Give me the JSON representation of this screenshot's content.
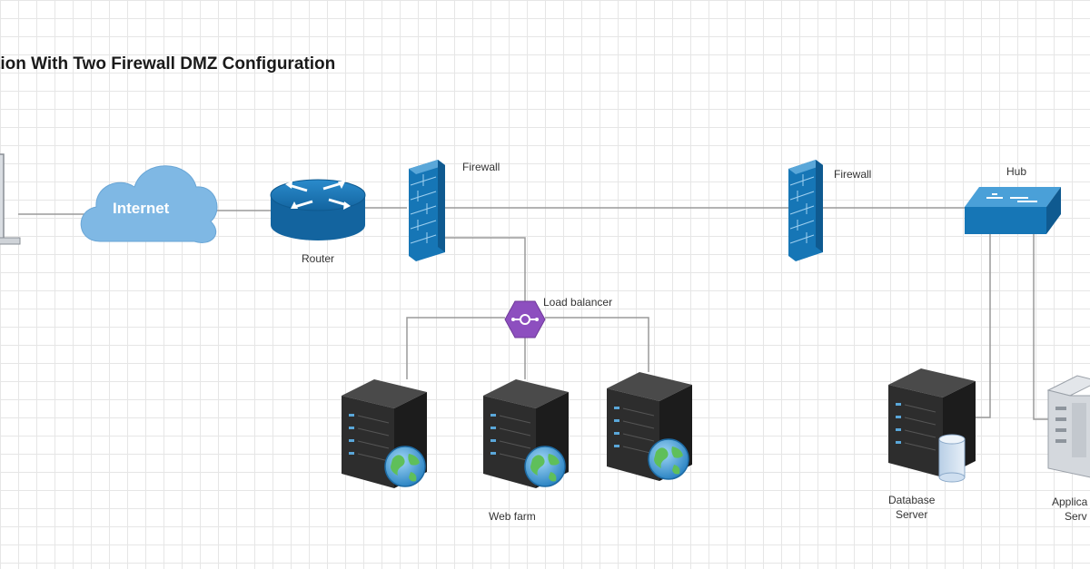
{
  "diagram": {
    "title": "tion With Two Firewall DMZ Configuration",
    "nodes": {
      "internet": "Internet",
      "router": "Router",
      "firewall_outer": "Firewall",
      "firewall_inner": "Firewall",
      "hub": "Hub",
      "load_balancer": "Load balancer",
      "web_farm": "Web farm",
      "database_server_line1": "Database",
      "database_server_line2": "Server",
      "application_server_line1": "Applica",
      "application_server_line2": "Serv"
    },
    "colors": {
      "cloud": "#7fb8e4",
      "network_blue": "#1b78b9",
      "load_balancer": "#8d4fbf",
      "server_dark": "#2d2d2d",
      "connector": "#9a9a9a"
    }
  }
}
